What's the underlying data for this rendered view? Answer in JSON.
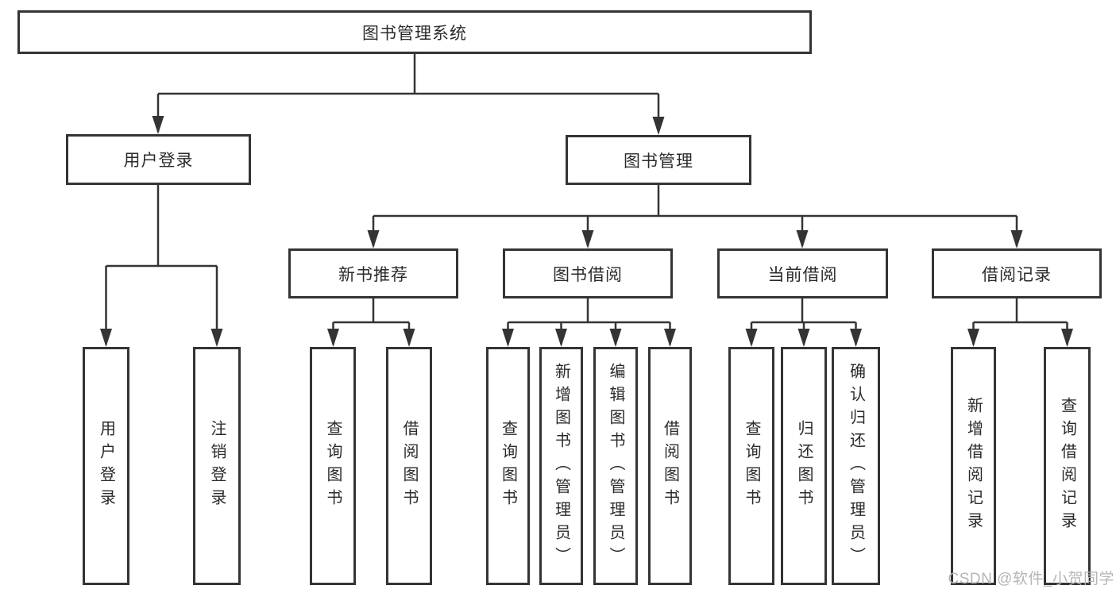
{
  "diagram": {
    "root": {
      "label": "图书管理系统"
    },
    "level2": [
      {
        "label": "用户登录"
      },
      {
        "label": "图书管理"
      }
    ],
    "level3": [
      {
        "label": "新书推荐"
      },
      {
        "label": "图书借阅"
      },
      {
        "label": "当前借阅"
      },
      {
        "label": "借阅记录"
      }
    ],
    "leaves": {
      "login": [
        "用户登录",
        "注销登录"
      ],
      "recommend": [
        "查询图书",
        "借阅图书"
      ],
      "borrow": [
        "查询图书",
        "新增图书（管理员）",
        "编辑图书（管理员）",
        "借阅图书"
      ],
      "current": [
        "查询图书",
        "归还图书",
        "确认归还（管理员）"
      ],
      "records": [
        "新增借阅记录",
        "查询借阅记录"
      ]
    },
    "watermark": "CSDN @软件_小贺同学",
    "colors": {
      "line": "#343434",
      "text": "#2b2b2b",
      "watermark": "#b5b5b5",
      "background": "#ffffff"
    }
  }
}
